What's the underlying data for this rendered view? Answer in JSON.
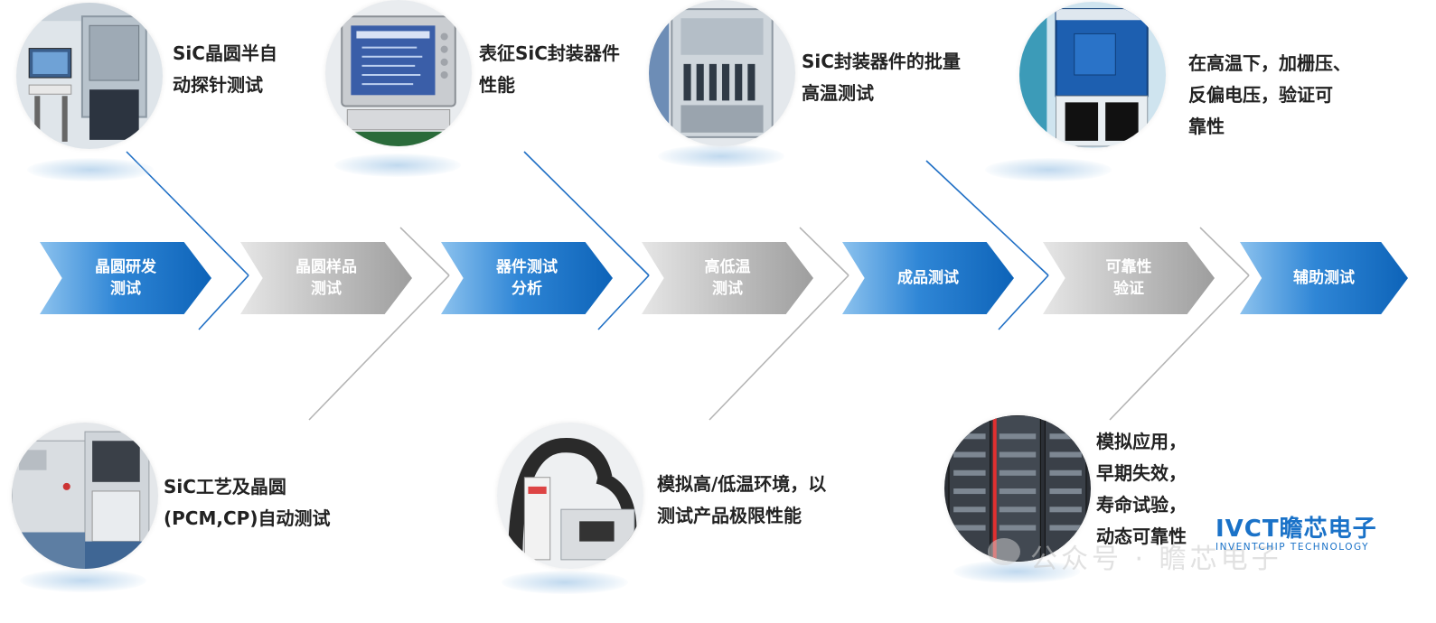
{
  "top_items": [
    {
      "lines": [
        "SiC晶圆半自",
        "动探针测试"
      ]
    },
    {
      "lines": [
        "表征SiC封装器件",
        "性能"
      ]
    },
    {
      "lines": [
        "SiC封装器件的批量",
        "高温测试"
      ]
    },
    {
      "lines": [
        "在高温下，加栅压、",
        "反偏电压，验证可",
        "靠性"
      ]
    }
  ],
  "bottom_items": [
    {
      "lines": [
        "SiC工艺及晶圆",
        "(PCM,CP)自动测试"
      ]
    },
    {
      "lines": [
        "模拟高/低温环境，以",
        "测试产品极限性能"
      ]
    },
    {
      "lines": [
        "模拟应用，",
        "早期失效，",
        "寿命试验，",
        "动态可靠性"
      ]
    }
  ],
  "steps": [
    {
      "lines": [
        "晶圆研发",
        "测试"
      ],
      "style": "blue"
    },
    {
      "lines": [
        "晶圆样品",
        "测试"
      ],
      "style": "gray"
    },
    {
      "lines": [
        "器件测试",
        "分析"
      ],
      "style": "blue"
    },
    {
      "lines": [
        "高低温",
        "测试"
      ],
      "style": "gray"
    },
    {
      "lines": [
        "成品测试"
      ],
      "style": "blue"
    },
    {
      "lines": [
        "可靠性",
        "验证"
      ],
      "style": "gray"
    },
    {
      "lines": [
        "辅助测试"
      ],
      "style": "blue"
    }
  ],
  "logo": {
    "main": "IVCT瞻芯电子",
    "sub": "INVENTCHIP TECHNOLOGY"
  },
  "watermark": "公众号 · 瞻芯电子",
  "colors": {
    "blue": "#0d63b8",
    "gray": "#9e9e9e",
    "line_blue": "#1f6fc5",
    "line_gray": "#b5b5b5"
  }
}
